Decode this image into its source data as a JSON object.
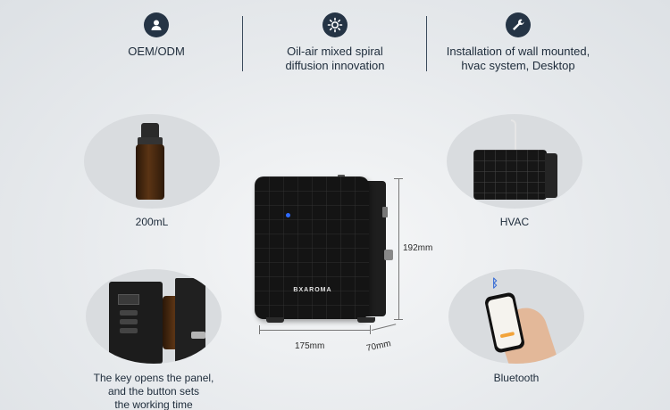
{
  "features": [
    {
      "icon": "user-icon",
      "label": "OEM/ODM"
    },
    {
      "icon": "gear-icon",
      "label_line1": "Oil-air mixed spiral",
      "label_line2": "diffusion innovation"
    },
    {
      "icon": "wrench-icon",
      "label_line1": "Installation of wall mounted,",
      "label_line2": "hvac system, Desktop"
    }
  ],
  "items": {
    "bottle": {
      "label": "200mL"
    },
    "hvac": {
      "label": "HVAC"
    },
    "panel": {
      "line1": "The key opens the panel,",
      "line2": "and the button sets",
      "line3": "the working time"
    },
    "bluetooth": {
      "label": "Bluetooth"
    }
  },
  "device": {
    "brand": "BXAROMA",
    "width_label": "175mm",
    "depth_label": "70mm",
    "height_label": "192mm",
    "led_color": "#2f6bff"
  },
  "colors": {
    "icon_bg": "#253445",
    "text": "#1d2b3a"
  }
}
